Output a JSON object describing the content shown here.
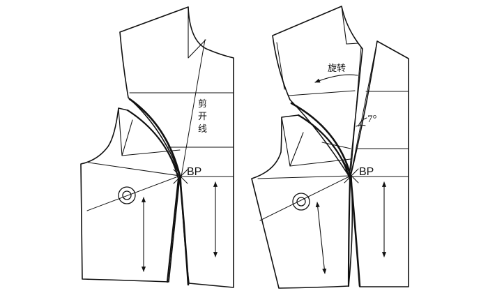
{
  "left_panel": {
    "cut_line_label": [
      "剪",
      "开",
      "线"
    ],
    "bust_point_label": "BP"
  },
  "right_panel": {
    "rotate_label": "旋转",
    "angle_label": "7°",
    "bust_point_label": "BP"
  }
}
